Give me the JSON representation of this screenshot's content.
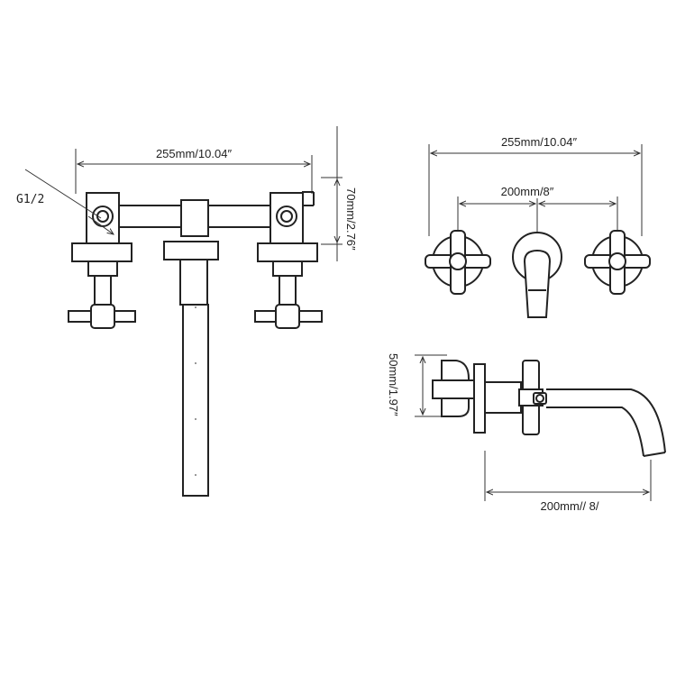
{
  "front_view": {
    "width_label": "255mm/10.04″",
    "height_label": "70mm/2.76″",
    "thread_label": "G1/2"
  },
  "top_view": {
    "width_label": "255mm/10.04″",
    "spacing_label": "200mm/8″"
  },
  "side_view": {
    "height_label": "50mm/1.97″",
    "length_label": "200mm// 8/"
  }
}
